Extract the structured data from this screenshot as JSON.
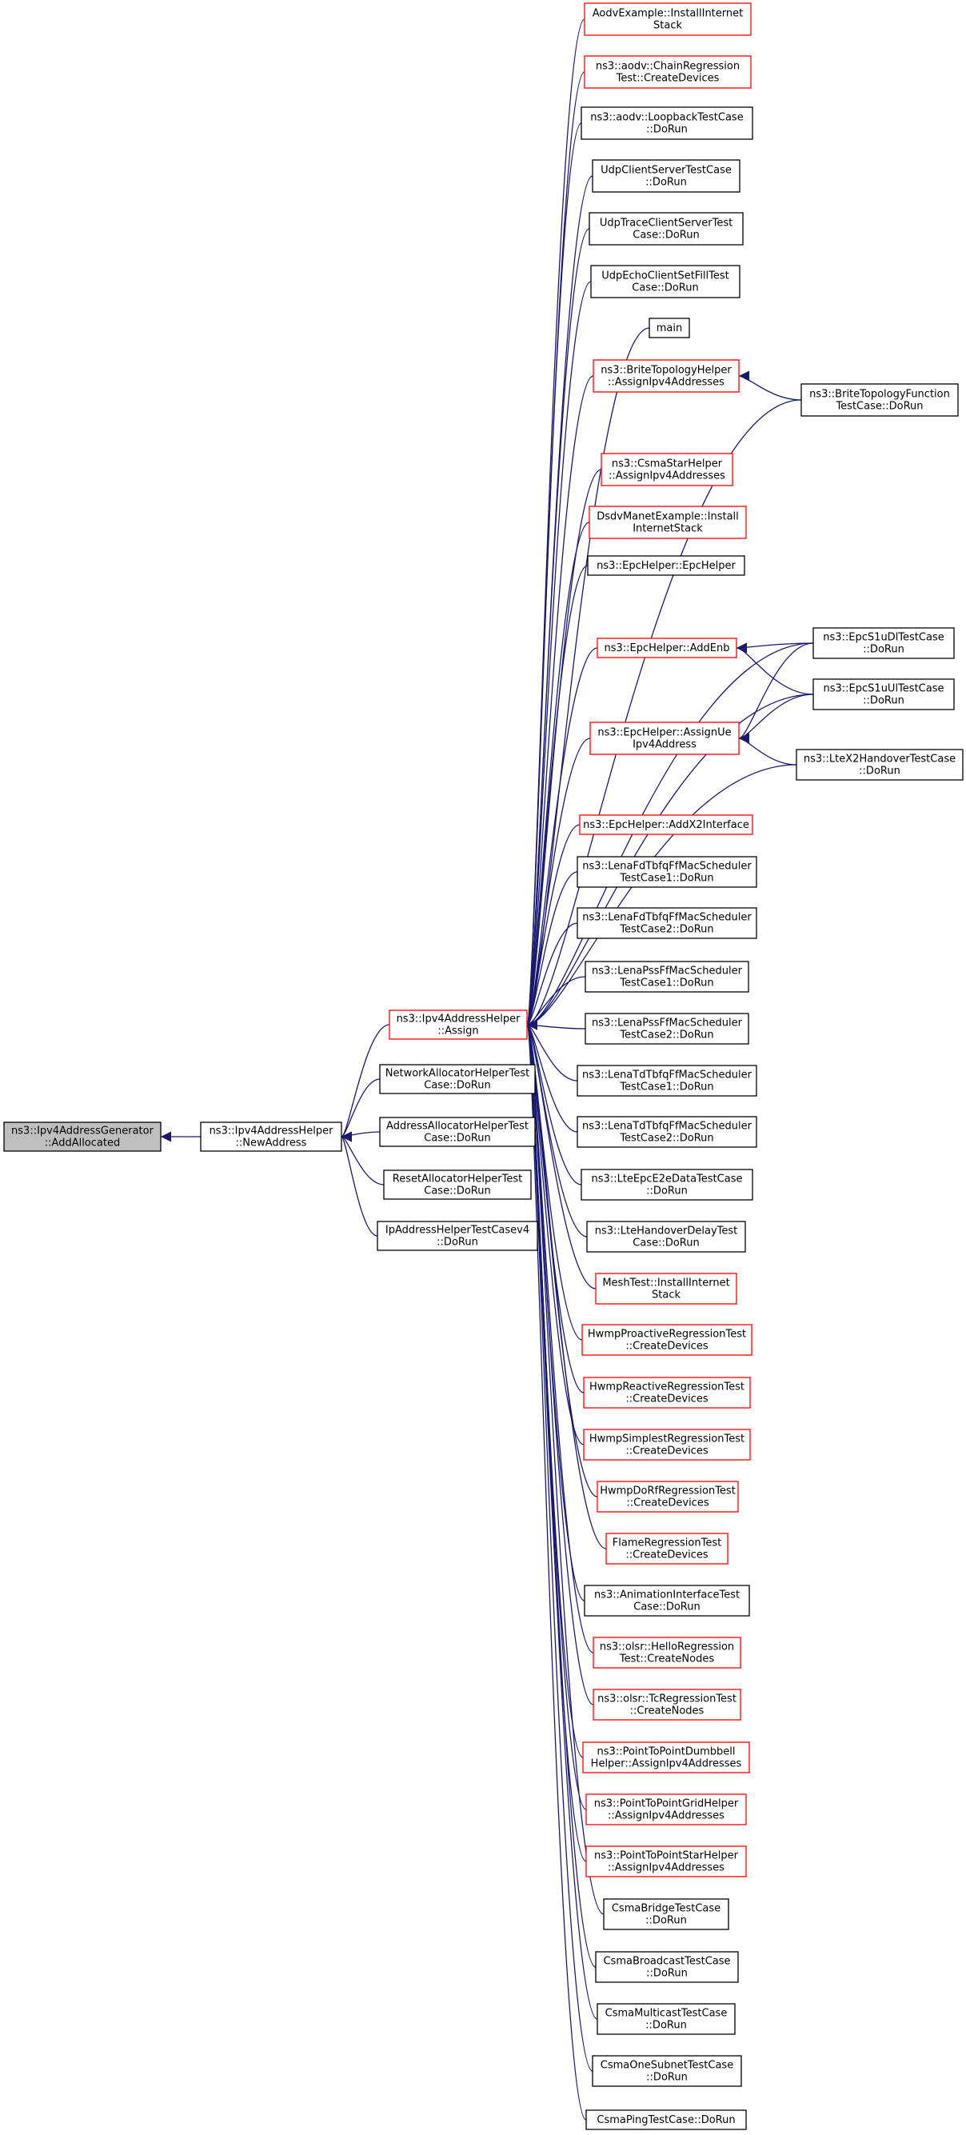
{
  "diagram": {
    "type": "caller-graph",
    "colors": {
      "edge": "#191970",
      "root_fill": "#bfbfbf",
      "root_border": "#000000",
      "link_border": "#ff0000",
      "normal_border": "#000000",
      "node_fill": "#ffffff"
    },
    "nodes": [
      {
        "id": "root",
        "lines": [
          "ns3::Ipv4AddressGenerator",
          "::AddAllocated"
        ],
        "style": "root"
      },
      {
        "id": "newaddr",
        "lines": [
          "ns3::Ipv4AddressHelper",
          "::NewAddress"
        ],
        "style": "normal"
      },
      {
        "id": "assign",
        "lines": [
          "ns3::Ipv4AddressHelper",
          "::Assign"
        ],
        "style": "link"
      },
      {
        "id": "netalloc",
        "lines": [
          "NetworkAllocatorHelperTest",
          "Case::DoRun"
        ],
        "style": "normal"
      },
      {
        "id": "addralloc",
        "lines": [
          "AddressAllocatorHelperTest",
          "Case::DoRun"
        ],
        "style": "normal"
      },
      {
        "id": "resetalloc",
        "lines": [
          "ResetAllocatorHelperTest",
          "Case::DoRun"
        ],
        "style": "normal"
      },
      {
        "id": "ipaddr4",
        "lines": [
          "IpAddressHelperTestCasev4",
          "::DoRun"
        ],
        "style": "normal"
      },
      {
        "id": "aodvex",
        "lines": [
          "AodvExample::InstallInternet",
          "Stack"
        ],
        "style": "link"
      },
      {
        "id": "aodvchain",
        "lines": [
          "ns3::aodv::ChainRegression",
          "Test::CreateDevices"
        ],
        "style": "link"
      },
      {
        "id": "aodvloop",
        "lines": [
          "ns3::aodv::LoopbackTestCase",
          "::DoRun"
        ],
        "style": "normal"
      },
      {
        "id": "udpcs",
        "lines": [
          "UdpClientServerTestCase",
          "::DoRun"
        ],
        "style": "normal"
      },
      {
        "id": "udptrace",
        "lines": [
          "UdpTraceClientServerTest",
          "Case::DoRun"
        ],
        "style": "normal"
      },
      {
        "id": "udpecho",
        "lines": [
          "UdpEchoClientSetFillTest",
          "Case::DoRun"
        ],
        "style": "normal"
      },
      {
        "id": "main",
        "lines": [
          "main"
        ],
        "style": "normal"
      },
      {
        "id": "brite",
        "lines": [
          "ns3::BriteTopologyHelper",
          "::AssignIpv4Addresses"
        ],
        "style": "link"
      },
      {
        "id": "britetest",
        "lines": [
          "ns3::BriteTopologyFunction",
          "TestCase::DoRun"
        ],
        "style": "normal"
      },
      {
        "id": "csmastar",
        "lines": [
          "ns3::CsmaStarHelper",
          "::AssignIpv4Addresses"
        ],
        "style": "link"
      },
      {
        "id": "dsdv",
        "lines": [
          "DsdvManetExample::Install",
          "InternetStack"
        ],
        "style": "link"
      },
      {
        "id": "epchelper",
        "lines": [
          "ns3::EpcHelper::EpcHelper"
        ],
        "style": "normal"
      },
      {
        "id": "addenb",
        "lines": [
          "ns3::EpcHelper::AddEnb"
        ],
        "style": "link"
      },
      {
        "id": "epcs1udl",
        "lines": [
          "ns3::EpcS1uDlTestCase",
          "::DoRun"
        ],
        "style": "normal"
      },
      {
        "id": "epcs1uul",
        "lines": [
          "ns3::EpcS1uUlTestCase",
          "::DoRun"
        ],
        "style": "normal"
      },
      {
        "id": "assignue",
        "lines": [
          "ns3::EpcHelper::AssignUe",
          "Ipv4Address"
        ],
        "style": "link"
      },
      {
        "id": "ltex2",
        "lines": [
          "ns3::LteX2HandoverTestCase",
          "::DoRun"
        ],
        "style": "normal"
      },
      {
        "id": "addx2",
        "lines": [
          "ns3::EpcHelper::AddX2Interface"
        ],
        "style": "link"
      },
      {
        "id": "fdtbfq1",
        "lines": [
          "ns3::LenaFdTbfqFfMacScheduler",
          "TestCase1::DoRun"
        ],
        "style": "normal"
      },
      {
        "id": "fdtbfq2",
        "lines": [
          "ns3::LenaFdTbfqFfMacScheduler",
          "TestCase2::DoRun"
        ],
        "style": "normal"
      },
      {
        "id": "pss1",
        "lines": [
          "ns3::LenaPssFfMacScheduler",
          "TestCase1::DoRun"
        ],
        "style": "normal"
      },
      {
        "id": "pss2",
        "lines": [
          "ns3::LenaPssFfMacScheduler",
          "TestCase2::DoRun"
        ],
        "style": "normal"
      },
      {
        "id": "tdtbfq1",
        "lines": [
          "ns3::LenaTdTbfqFfMacScheduler",
          "TestCase1::DoRun"
        ],
        "style": "normal"
      },
      {
        "id": "tdtbfq2",
        "lines": [
          "ns3::LenaTdTbfqFfMacScheduler",
          "TestCase2::DoRun"
        ],
        "style": "normal"
      },
      {
        "id": "epce2e",
        "lines": [
          "ns3::LteEpcE2eDataTestCase",
          "::DoRun"
        ],
        "style": "normal"
      },
      {
        "id": "ltehodelay",
        "lines": [
          "ns3::LteHandoverDelayTest",
          "Case::DoRun"
        ],
        "style": "normal"
      },
      {
        "id": "meshtest",
        "lines": [
          "MeshTest::InstallInternet",
          "Stack"
        ],
        "style": "link"
      },
      {
        "id": "hwmppro",
        "lines": [
          "HwmpProactiveRegressionTest",
          "::CreateDevices"
        ],
        "style": "link"
      },
      {
        "id": "hwmpreact",
        "lines": [
          "HwmpReactiveRegressionTest",
          "::CreateDevices"
        ],
        "style": "link"
      },
      {
        "id": "hwmpsimple",
        "lines": [
          "HwmpSimplestRegressionTest",
          "::CreateDevices"
        ],
        "style": "link"
      },
      {
        "id": "hwmpdorf",
        "lines": [
          "HwmpDoRfRegressionTest",
          "::CreateDevices"
        ],
        "style": "link"
      },
      {
        "id": "flame",
        "lines": [
          "FlameRegressionTest",
          "::CreateDevices"
        ],
        "style": "link"
      },
      {
        "id": "animiface",
        "lines": [
          "ns3::AnimationInterfaceTest",
          "Case::DoRun"
        ],
        "style": "normal"
      },
      {
        "id": "olsrhello",
        "lines": [
          "ns3::olsr::HelloRegression",
          "Test::CreateNodes"
        ],
        "style": "link"
      },
      {
        "id": "olsrtc",
        "lines": [
          "ns3::olsr::TcRegressionTest",
          "::CreateNodes"
        ],
        "style": "link"
      },
      {
        "id": "p2pdumb",
        "lines": [
          "ns3::PointToPointDumbbell",
          "Helper::AssignIpv4Addresses"
        ],
        "style": "link"
      },
      {
        "id": "p2pgrid",
        "lines": [
          "ns3::PointToPointGridHelper",
          "::AssignIpv4Addresses"
        ],
        "style": "link"
      },
      {
        "id": "p2pstar",
        "lines": [
          "ns3::PointToPointStarHelper",
          "::AssignIpv4Addresses"
        ],
        "style": "link"
      },
      {
        "id": "csmabridge",
        "lines": [
          "CsmaBridgeTestCase",
          "::DoRun"
        ],
        "style": "normal"
      },
      {
        "id": "csmabcast",
        "lines": [
          "CsmaBroadcastTestCase",
          "::DoRun"
        ],
        "style": "normal"
      },
      {
        "id": "csmamcast",
        "lines": [
          "CsmaMulticastTestCase",
          "::DoRun"
        ],
        "style": "normal"
      },
      {
        "id": "csmaone",
        "lines": [
          "CsmaOneSubnetTestCase",
          "::DoRun"
        ],
        "style": "normal"
      },
      {
        "id": "csmaping",
        "lines": [
          "CsmaPingTestCase::DoRun"
        ],
        "style": "normal"
      }
    ],
    "edges": [
      {
        "from": "newaddr",
        "to": "root"
      },
      {
        "from": "assign",
        "to": "newaddr"
      },
      {
        "from": "netalloc",
        "to": "newaddr"
      },
      {
        "from": "addralloc",
        "to": "newaddr"
      },
      {
        "from": "resetalloc",
        "to": "newaddr"
      },
      {
        "from": "ipaddr4",
        "to": "newaddr"
      },
      {
        "from": "aodvex",
        "to": "assign"
      },
      {
        "from": "aodvchain",
        "to": "assign"
      },
      {
        "from": "aodvloop",
        "to": "assign"
      },
      {
        "from": "udpcs",
        "to": "assign"
      },
      {
        "from": "udptrace",
        "to": "assign"
      },
      {
        "from": "udpecho",
        "to": "assign"
      },
      {
        "from": "main",
        "to": "assign"
      },
      {
        "from": "brite",
        "to": "assign"
      },
      {
        "from": "britetest",
        "to": "assign"
      },
      {
        "from": "csmastar",
        "to": "assign"
      },
      {
        "from": "dsdv",
        "to": "assign"
      },
      {
        "from": "epchelper",
        "to": "assign"
      },
      {
        "from": "addenb",
        "to": "assign"
      },
      {
        "from": "epcs1udl",
        "to": "assign"
      },
      {
        "from": "epcs1uul",
        "to": "assign"
      },
      {
        "from": "assignue",
        "to": "assign"
      },
      {
        "from": "ltex2",
        "to": "assign"
      },
      {
        "from": "addx2",
        "to": "assign"
      },
      {
        "from": "fdtbfq1",
        "to": "assign"
      },
      {
        "from": "fdtbfq2",
        "to": "assign"
      },
      {
        "from": "pss1",
        "to": "assign"
      },
      {
        "from": "pss2",
        "to": "assign"
      },
      {
        "from": "tdtbfq1",
        "to": "assign"
      },
      {
        "from": "tdtbfq2",
        "to": "assign"
      },
      {
        "from": "epce2e",
        "to": "assign"
      },
      {
        "from": "ltehodelay",
        "to": "assign"
      },
      {
        "from": "meshtest",
        "to": "assign"
      },
      {
        "from": "hwmppro",
        "to": "assign"
      },
      {
        "from": "hwmpreact",
        "to": "assign"
      },
      {
        "from": "hwmpsimple",
        "to": "assign"
      },
      {
        "from": "hwmpdorf",
        "to": "assign"
      },
      {
        "from": "flame",
        "to": "assign"
      },
      {
        "from": "animiface",
        "to": "assign"
      },
      {
        "from": "olsrhello",
        "to": "assign"
      },
      {
        "from": "olsrtc",
        "to": "assign"
      },
      {
        "from": "p2pdumb",
        "to": "assign"
      },
      {
        "from": "p2pgrid",
        "to": "assign"
      },
      {
        "from": "p2pstar",
        "to": "assign"
      },
      {
        "from": "csmabridge",
        "to": "assign"
      },
      {
        "from": "csmabcast",
        "to": "assign"
      },
      {
        "from": "csmamcast",
        "to": "assign"
      },
      {
        "from": "csmaone",
        "to": "assign"
      },
      {
        "from": "csmaping",
        "to": "assign"
      },
      {
        "from": "britetest",
        "to": "brite"
      },
      {
        "from": "epcs1udl",
        "to": "addenb"
      },
      {
        "from": "epcs1uul",
        "to": "addenb"
      },
      {
        "from": "epcs1udl",
        "to": "assignue"
      },
      {
        "from": "epcs1uul",
        "to": "assignue"
      },
      {
        "from": "ltex2",
        "to": "assignue"
      }
    ]
  }
}
